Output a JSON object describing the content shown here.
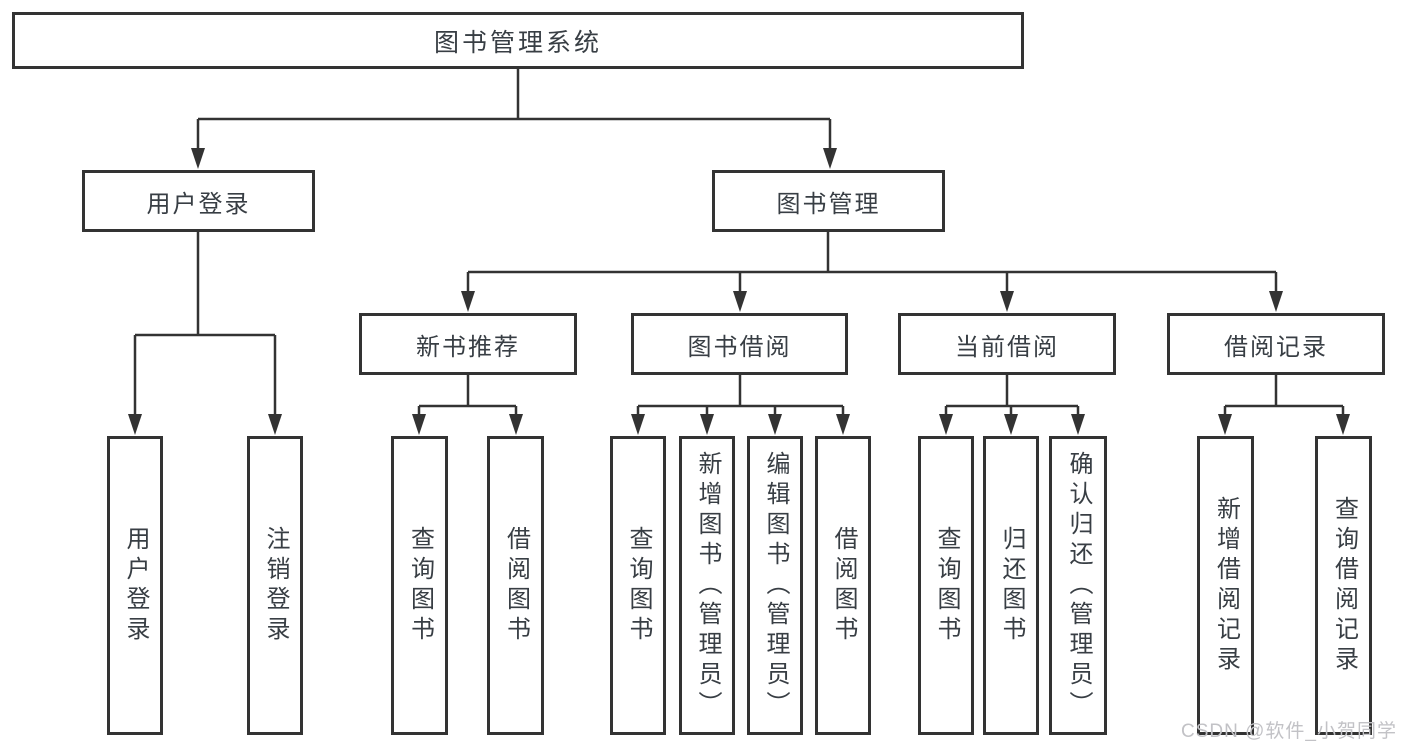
{
  "colors": {
    "background": "#ffffff",
    "box_border": "#333333",
    "line": "#333333",
    "arrow_fill": "#333333",
    "text": "#383e44",
    "watermark": "#c2c2c6"
  },
  "tree": {
    "label": "图书管理系统",
    "children": [
      {
        "label": "用户登录",
        "children": [
          {
            "label": "用户登录"
          },
          {
            "label": "注销登录"
          }
        ]
      },
      {
        "label": "图书管理",
        "children": [
          {
            "label": "新书推荐",
            "children": [
              {
                "label": "查询图书"
              },
              {
                "label": "借阅图书"
              }
            ]
          },
          {
            "label": "图书借阅",
            "children": [
              {
                "label": "查询图书"
              },
              {
                "label": "新增图书（管理员）"
              },
              {
                "label": "编辑图书（管理员）"
              },
              {
                "label": "借阅图书"
              }
            ]
          },
          {
            "label": "当前借阅",
            "children": [
              {
                "label": "查询图书"
              },
              {
                "label": "归还图书"
              },
              {
                "label": "确认归还（管理员）"
              }
            ]
          },
          {
            "label": "借阅记录",
            "children": [
              {
                "label": "新增借阅记录"
              },
              {
                "label": "查询借阅记录"
              }
            ]
          }
        ]
      }
    ]
  },
  "watermark": {
    "text": "CSDN @软件_小贺同学"
  }
}
